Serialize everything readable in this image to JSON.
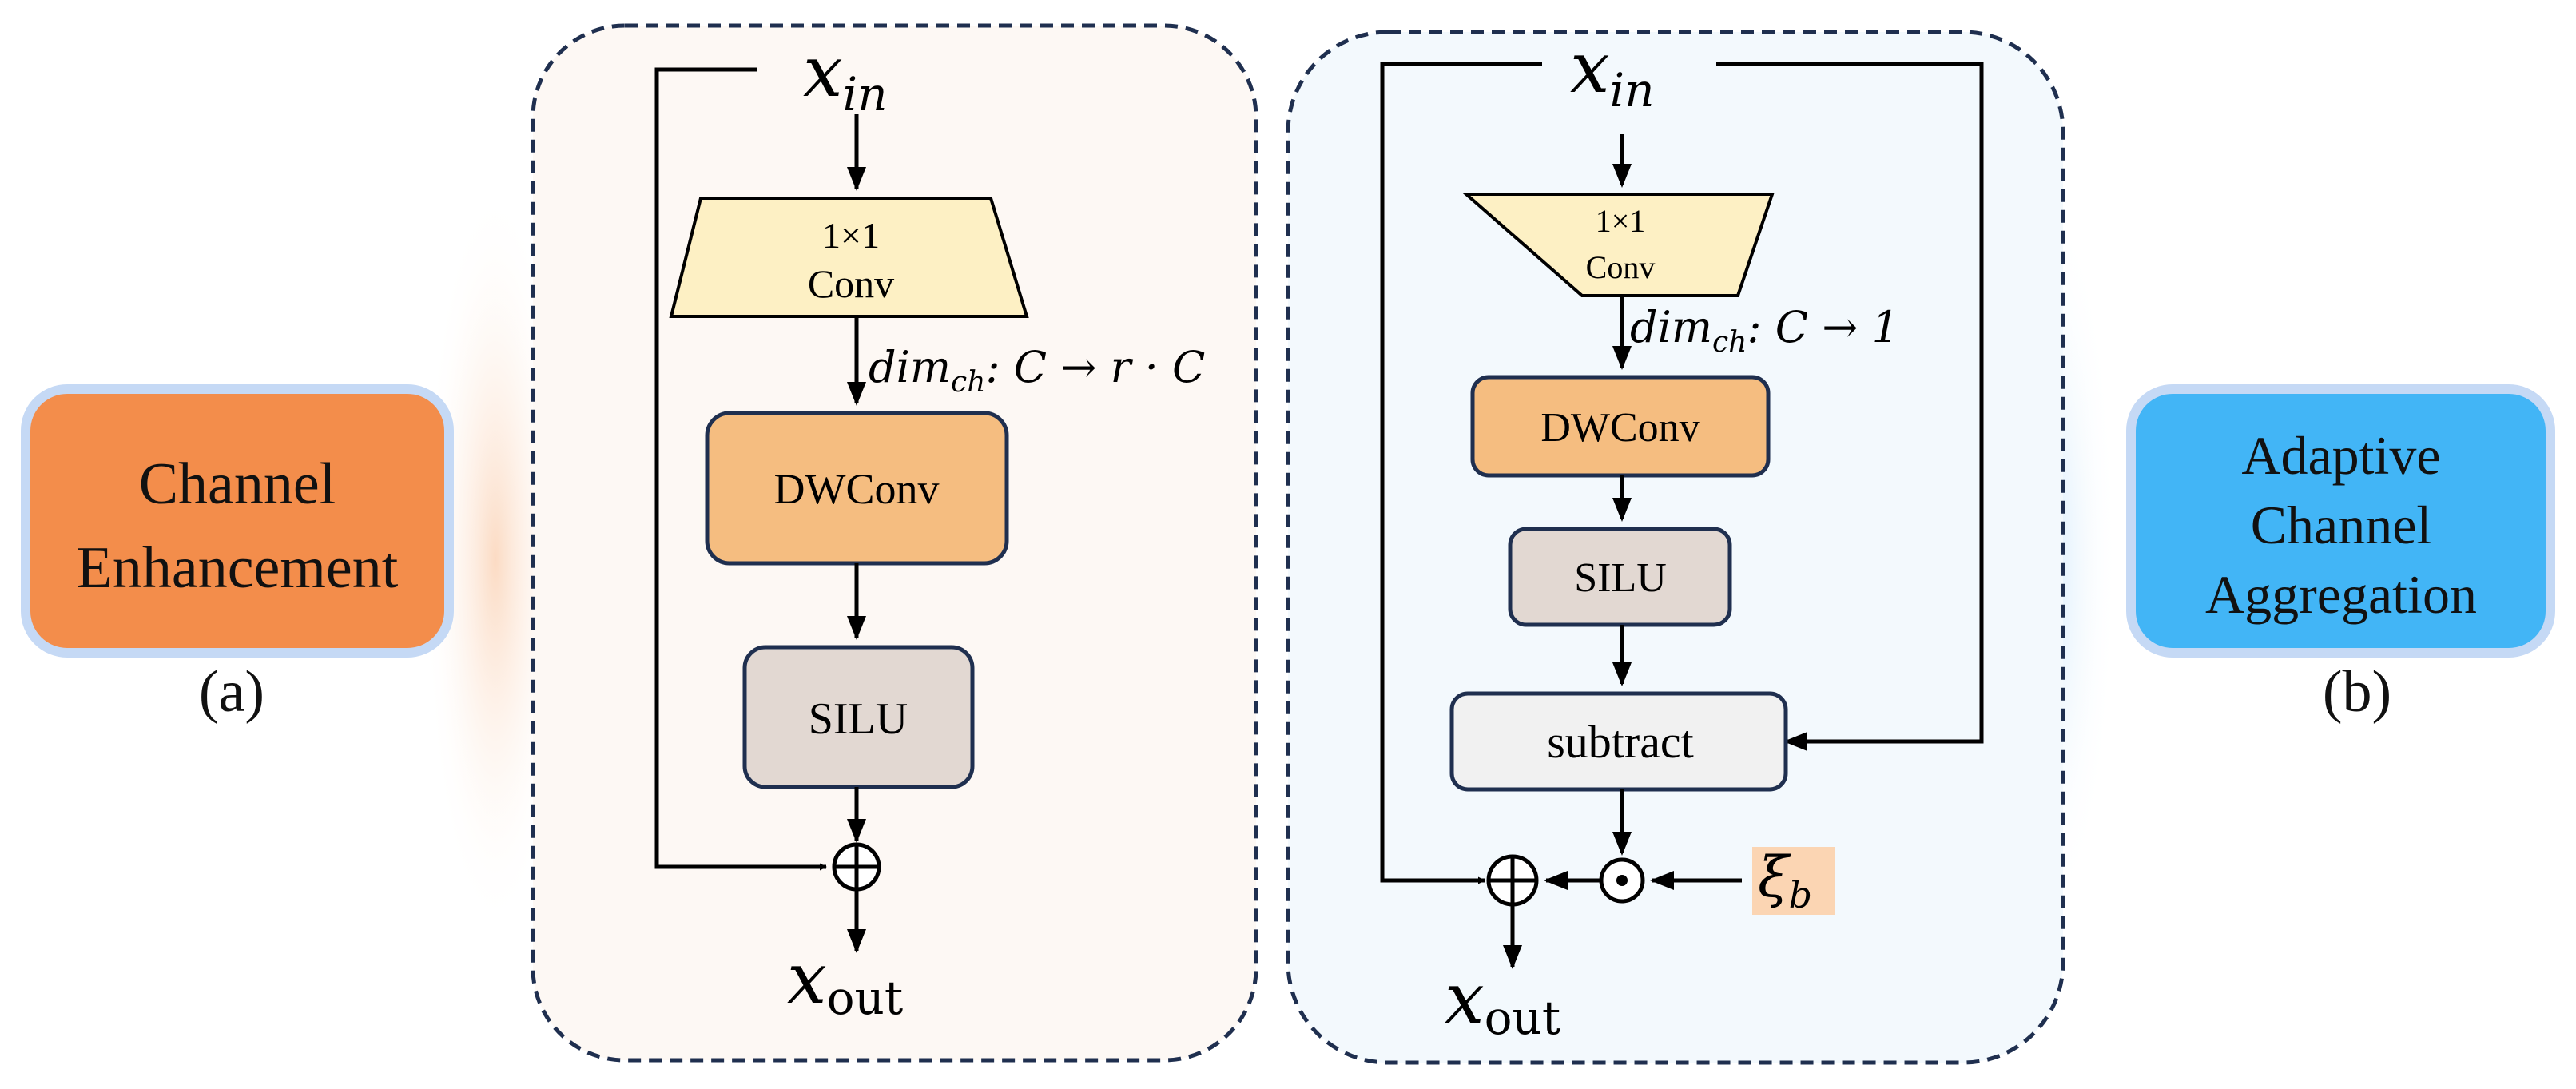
{
  "colors": {
    "frame_stroke": "#1f2f4f",
    "panel_a_fill": "#fdf8f4",
    "panel_b_fill": "#f3f9fd",
    "conv_fill": "#fdf0c4",
    "dwconv_fill": "#f5bd80",
    "silu_fill": "#e2d8d2",
    "subtract_fill": "#f1f1f1",
    "xi_fill": "#fbd5b3",
    "label_a_fill": "#f38d4b",
    "label_a_border": "#c5d9f5",
    "label_b_fill": "#42b5f6",
    "label_b_border": "#c5d9f5",
    "glow_a": "#fbd7bd",
    "glow_b": "#cfe8fb"
  },
  "left_label": {
    "line1": "Channel",
    "line2": "Enhancement",
    "caption": "(a)"
  },
  "right_label": {
    "line1": "Adaptive",
    "line2": "Channel",
    "line3": "Aggregation",
    "caption": "(b)"
  },
  "panel_a": {
    "input": {
      "base": "x",
      "sub": "in"
    },
    "conv": {
      "line1": "1×1",
      "line2": "Conv"
    },
    "dim_label": {
      "prefix": "dim",
      "sub": "ch",
      "rest": ": C → r · C"
    },
    "dwconv": "DWConv",
    "silu": "SILU",
    "add_symbol": "⊕",
    "output": {
      "base": "x",
      "sub": "out"
    }
  },
  "panel_b": {
    "input": {
      "base": "x",
      "sub": "in"
    },
    "conv": {
      "line1": "1×1",
      "line2": "Conv"
    },
    "dim_label": {
      "prefix": "dim",
      "sub": "ch",
      "rest": ": C → 1"
    },
    "dwconv": "DWConv",
    "silu": "SILU",
    "subtract": "subtract",
    "add_symbol": "⊕",
    "mul_symbol": "⊙",
    "xi": {
      "base": "ξ",
      "sub": "b"
    },
    "output": {
      "base": "x",
      "sub": "out"
    }
  }
}
